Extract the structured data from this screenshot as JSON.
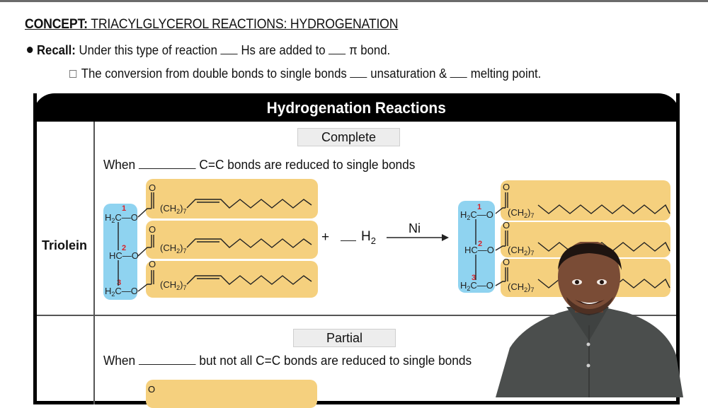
{
  "header": {
    "concept_label": "CONCEPT:",
    "concept_title": "TRIACYLGLYCEROL REACTIONS: HYDROGENATION"
  },
  "recall": {
    "label": "Recall:",
    "text_1": "Under this type of reaction",
    "text_2": "Hs are added to",
    "text_3": "π bond."
  },
  "sub_point": {
    "text_1": "The conversion from double bonds to single bonds",
    "text_2": "unsaturation &",
    "text_3": "melting point."
  },
  "table": {
    "title": "Hydrogenation Reactions",
    "rows": [
      {
        "row_label": "Triolein",
        "type_label": "Complete",
        "sentence_start": "When",
        "sentence_end": "C=C bonds are reduced to single bonds",
        "reagent_plus": "+",
        "reagent_blank": "__",
        "reagent": "H",
        "reagent_sub": "2",
        "catalyst": "Ni",
        "reactant": {
          "glycerol_labels": [
            "H₂C",
            "HC",
            "H₂C"
          ],
          "position_numbers": [
            "1",
            "2",
            "3"
          ],
          "chain_label": "(CH₂)₇",
          "carbonyl_o": "O",
          "ester_o": "O"
        },
        "product": {
          "glycerol_labels": [
            "H₂C",
            "HC",
            "H₂C"
          ],
          "position_numbers": [
            "1",
            "2",
            "3"
          ],
          "chain_label": "(CH₂)₇",
          "carbonyl_o": "O",
          "ester_o": "O"
        }
      },
      {
        "row_label": "",
        "type_label": "Partial",
        "sentence_start": "When",
        "sentence_end": "but not all C=C bonds are reduced to single bonds",
        "carbonyl_o": "O"
      }
    ]
  },
  "colors": {
    "glycerol_highlight": "#8fd3f0",
    "fatty_acid_highlight": "#f5d07e",
    "position_number": "#d8232a",
    "table_header": "#000000",
    "label_box_bg": "#ededed"
  }
}
